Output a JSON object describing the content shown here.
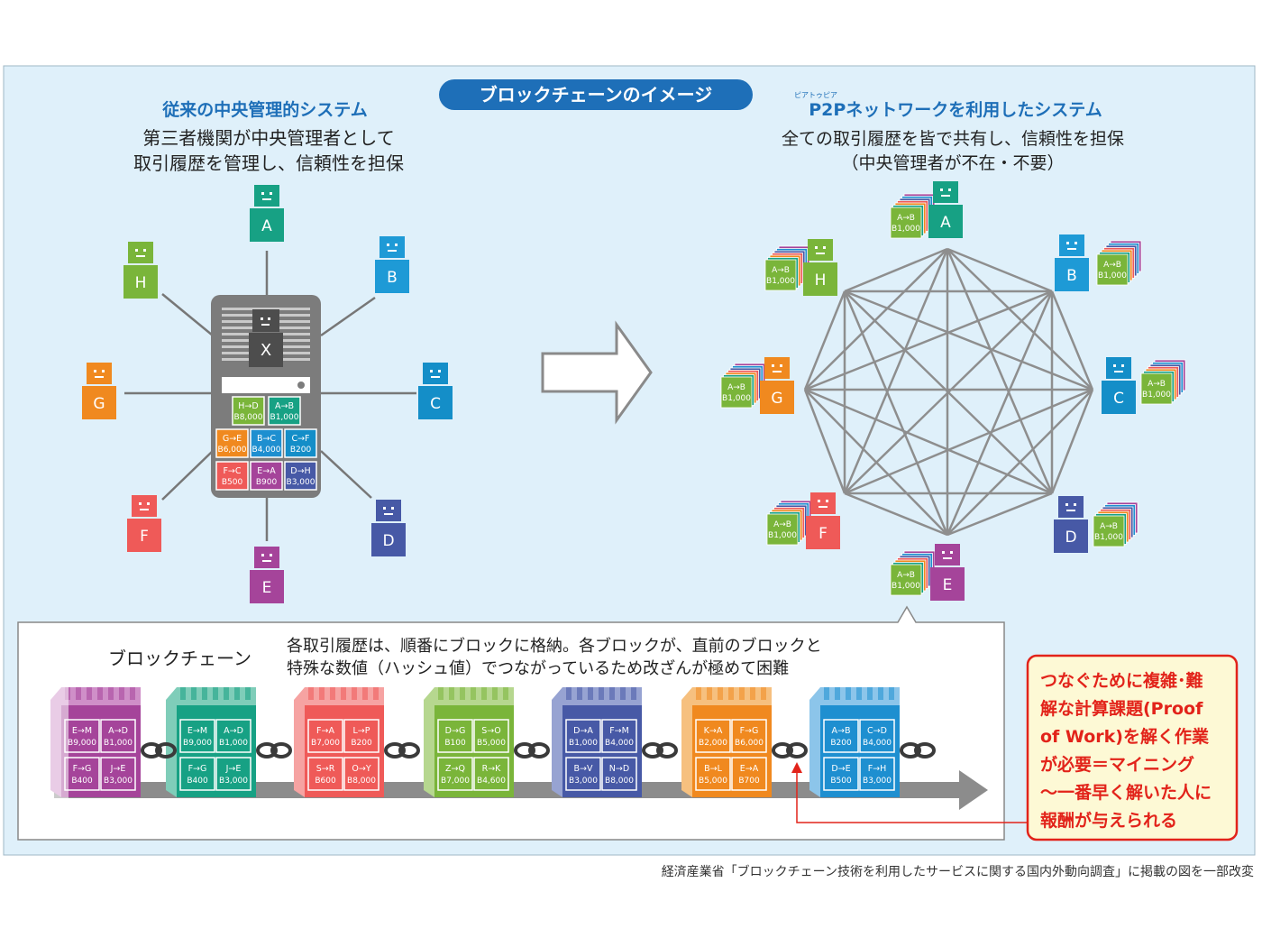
{
  "title": "ブロックチェーンのイメージ",
  "left": {
    "heading": "従来の中央管理的システム",
    "desc_line1": "第三者機関が中央管理者として",
    "desc_line2": "取引履歴を管理し、信頼性を担保",
    "server_label": "X",
    "ledger": [
      {
        "pair": "H→D",
        "amount": "B8,000",
        "color": "#7ab53a"
      },
      {
        "pair": "A→B",
        "amount": "B1,000",
        "color": "#17a184"
      },
      {
        "pair": "G→E",
        "amount": "B6,000",
        "color": "#f0891f"
      },
      {
        "pair": "B→C",
        "amount": "B4,000",
        "color": "#1e8fd0"
      },
      {
        "pair": "C→F",
        "amount": "B200",
        "color": "#148ec8"
      },
      {
        "pair": "F→C",
        "amount": "B500",
        "color": "#ef5a58"
      },
      {
        "pair": "E→A",
        "amount": "B900",
        "color": "#a5449a"
      },
      {
        "pair": "D→H",
        "amount": "B3,000",
        "color": "#4759a6"
      }
    ]
  },
  "right": {
    "ruby": "ピアトゥピア",
    "heading": "P2Pネットワークを利用したシステム",
    "desc_line1": "全ての取引履歴を皆で共有し、信頼性を担保",
    "desc_line2": "（中央管理者が不在・不要）",
    "stack_pair": "A→B",
    "stack_amount": "B1,000"
  },
  "nodes": [
    {
      "label": "A",
      "color": "#17a184"
    },
    {
      "label": "B",
      "color": "#1e9ad6"
    },
    {
      "label": "C",
      "color": "#148ec8"
    },
    {
      "label": "D",
      "color": "#4759a6"
    },
    {
      "label": "E",
      "color": "#a5449a"
    },
    {
      "label": "F",
      "color": "#ef5a58"
    },
    {
      "label": "G",
      "color": "#f0891f"
    },
    {
      "label": "H",
      "color": "#7ab53a"
    }
  ],
  "chain": {
    "label": "ブロックチェーン",
    "desc_line1": "各取引履歴は、順番にブロックに格納。各ブロックが、直前のブロックと",
    "desc_line2": "特殊な数値（ハッシュ値）でつながっているため改ざんが極めて困難",
    "blocks": [
      {
        "color": "#a5449a",
        "light": "#cf8fc8",
        "tx": [
          [
            "E→M",
            "B9,000"
          ],
          [
            "A→D",
            "B1,000"
          ],
          [
            "F→G",
            "B400"
          ],
          [
            "J→E",
            "B3,000"
          ]
        ]
      },
      {
        "color": "#17a184",
        "light": "#7fcdb9",
        "tx": [
          [
            "E→M",
            "B9,000"
          ],
          [
            "A→D",
            "B1,000"
          ],
          [
            "F→G",
            "B400"
          ],
          [
            "J→E",
            "B3,000"
          ]
        ]
      },
      {
        "color": "#ef5a58",
        "light": "#f6a3a2",
        "tx": [
          [
            "F→A",
            "B7,000"
          ],
          [
            "L→P",
            "B200"
          ],
          [
            "S→R",
            "B600"
          ],
          [
            "O→Y",
            "B8,000"
          ]
        ]
      },
      {
        "color": "#7ab53a",
        "light": "#b6d78f",
        "tx": [
          [
            "D→G",
            "B100"
          ],
          [
            "S→O",
            "B5,000"
          ],
          [
            "Z→Q",
            "B7,000"
          ],
          [
            "R→K",
            "B4,600"
          ]
        ]
      },
      {
        "color": "#4759a6",
        "light": "#97a3d2",
        "tx": [
          [
            "D→A",
            "B1,000"
          ],
          [
            "F→M",
            "B4,000"
          ],
          [
            "B→V",
            "B3,000"
          ],
          [
            "N→D",
            "B8,000"
          ]
        ]
      },
      {
        "color": "#f0891f",
        "light": "#f6c07f",
        "tx": [
          [
            "K→A",
            "B2,000"
          ],
          [
            "F→G",
            "B6,000"
          ],
          [
            "B→L",
            "B5,000"
          ],
          [
            "E→A",
            "B700"
          ]
        ]
      },
      {
        "color": "#1e8fd0",
        "light": "#8cc5ea",
        "tx": [
          [
            "A→B",
            "B200"
          ],
          [
            "C→D",
            "B4,000"
          ],
          [
            "D→E",
            "B500"
          ],
          [
            "F→H",
            "B3,000"
          ]
        ]
      }
    ]
  },
  "note": {
    "line1": "つなぐために複雑･難",
    "line2": "解な計算課題(Proof",
    "line3": "of Work)を解く作業",
    "line4": "が必要＝マイニング",
    "line5": "〜一番早く解いた人に",
    "line6": "報酬が与えられる"
  },
  "source": "経済産業省「ブロックチェーン技術を利用したサービスに関する国内外動向調査」に掲載の図を一部改変",
  "colors": {
    "panel_bg": "#dff0fa",
    "title_pill": "#1e6fb8",
    "heading_blue": "#1e6fb8",
    "note_red": "#e2231a",
    "note_bg": "#fdf9d5"
  }
}
